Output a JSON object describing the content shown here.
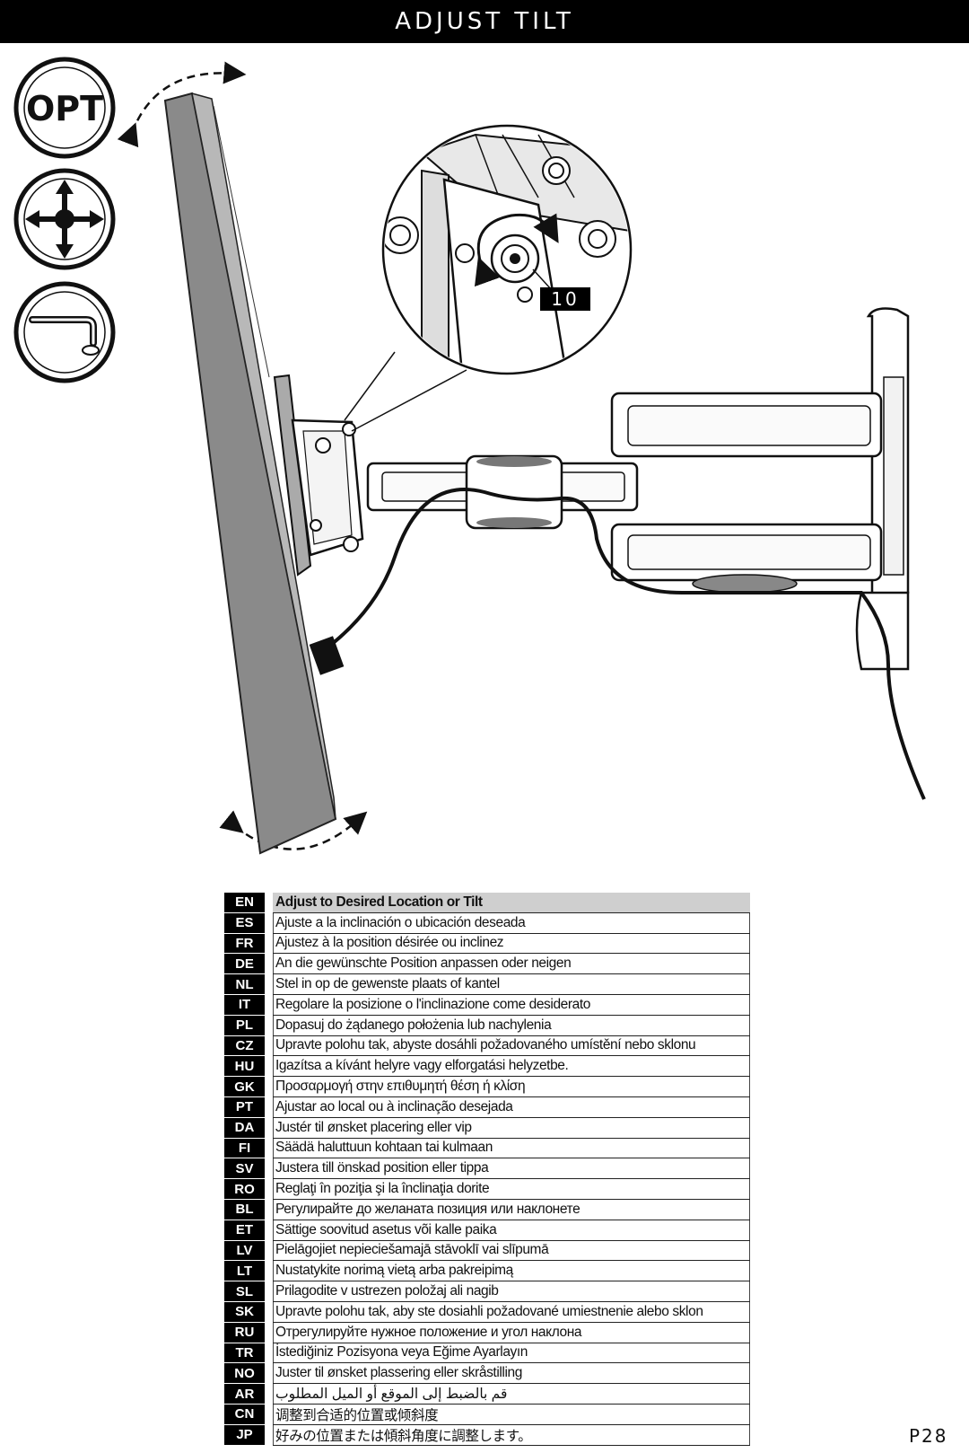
{
  "header": {
    "title": "ADJUST TILT"
  },
  "icons": {
    "opt_badge": {
      "text": "OPT",
      "name": "opt-badge-icon"
    },
    "move": {
      "name": "four-way-arrow-icon"
    },
    "tool": {
      "name": "hex-key-icon"
    }
  },
  "callout": {
    "label": "10"
  },
  "instructions": [
    {
      "code": "EN",
      "text": "Adjust to Desired Location or Tilt"
    },
    {
      "code": "ES",
      "text": "Ajuste a la inclinación o ubicación deseada"
    },
    {
      "code": "FR",
      "text": "Ajustez à la position désirée ou inclinez"
    },
    {
      "code": "DE",
      "text": "An die gewünschte Position anpassen oder neigen"
    },
    {
      "code": "NL",
      "text": "Stel in op de gewenste plaats of kantel"
    },
    {
      "code": "IT",
      "text": "Regolare la posizione o l'inclinazione come desiderato"
    },
    {
      "code": "PL",
      "text": "Dopasuj do żądanego położenia lub nachylenia"
    },
    {
      "code": "CZ",
      "text": "Upravte polohu tak, abyste dosáhli požadovaného umístění nebo sklonu"
    },
    {
      "code": "HU",
      "text": "Igazítsa a kívánt helyre vagy elforgatási helyzetbe."
    },
    {
      "code": "GK",
      "text": "Προσαρμογή στην επιθυμητή θέση ή κλίση"
    },
    {
      "code": "PT",
      "text": "Ajustar ao local ou à inclinação  desejada"
    },
    {
      "code": "DA",
      "text": "Justér til ønsket placering eller vip"
    },
    {
      "code": "FI",
      "text": "Säädä haluttuun kohtaan tai kulmaan"
    },
    {
      "code": "SV",
      "text": "Justera till önskad position eller tippa"
    },
    {
      "code": "RO",
      "text": "Reglaţi în poziţia şi la înclinaţia dorite"
    },
    {
      "code": "BL",
      "text": "Регулирайте до желаната позиция или наклонете"
    },
    {
      "code": "ET",
      "text": "Sättige soovitud asetus või kalle paika"
    },
    {
      "code": "LV",
      "text": "Pielāgojiet nepieciešamajā stāvoklī vai slīpumā"
    },
    {
      "code": "LT",
      "text": "Nustatykite norimą vietą arba pakreipimą"
    },
    {
      "code": "SL",
      "text": "Prilagodite v ustrezen položaj ali nagib"
    },
    {
      "code": "SK",
      "text": "Upravte polohu tak, aby ste dosiahli požadované umiestnenie alebo sklon"
    },
    {
      "code": "RU",
      "text": "Отрегулируйте нужное положение и угол наклона"
    },
    {
      "code": "TR",
      "text": "İstediğiniz Pozisyona veya Eğime Ayarlayın"
    },
    {
      "code": "NO",
      "text": "Juster til ønsket plassering eller skråstilling"
    },
    {
      "code": "AR",
      "text": "قم بالضبط إلى الموقع أو الميل المطلوب"
    },
    {
      "code": "CN",
      "text": "调整到合适的位置或倾斜度"
    },
    {
      "code": "JP",
      "text": "好みの位置または傾斜角度に調整します。"
    }
  ],
  "footer": {
    "page_number": "P28"
  }
}
